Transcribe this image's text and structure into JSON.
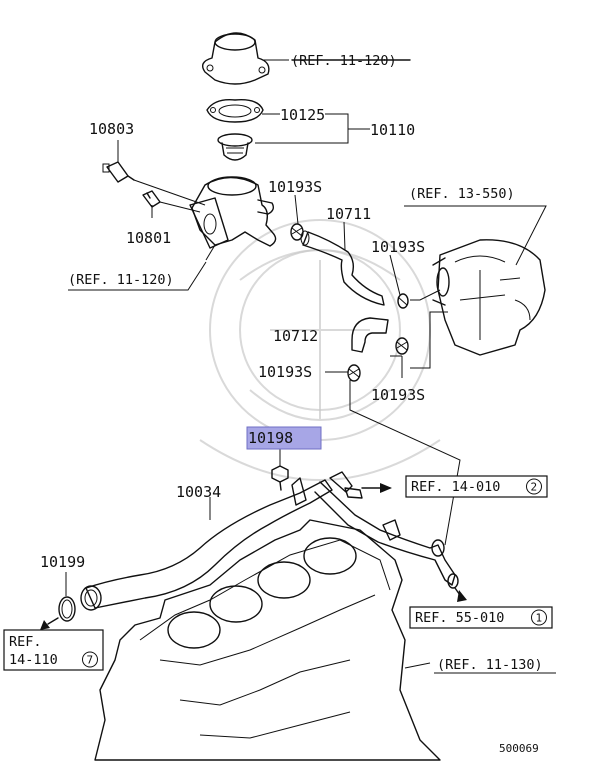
{
  "diagram": {
    "part_numbers": {
      "p10803": "10803",
      "p10801": "10801",
      "p10125": "10125",
      "p10110": "10110",
      "p10193s_a": "10193S",
      "p10711": "10711",
      "p10193s_b": "10193S",
      "p10712": "10712",
      "p10193s_c": "10193S",
      "p10193s_d": "10193S",
      "p10198": "10198",
      "p10034": "10034",
      "p10199": "10199"
    },
    "highlight": {
      "part": "10198",
      "color": "#a7a6e6"
    },
    "references": {
      "ref_top": "(REF. 11-120)",
      "ref_left": "(REF. 11-120)",
      "ref_13_550": "(REF. 13-550)",
      "ref_14_010_text": "REF. 14-010",
      "ref_14_010_num": "2",
      "ref_55_010_text": "REF. 55-010",
      "ref_55_010_num": "1",
      "ref_14_110_line1": "REF.",
      "ref_14_110_line2": "14-110",
      "ref_14_110_num": "7",
      "ref_11_130": "(REF. 11-130)"
    },
    "figure_id": "500069"
  }
}
